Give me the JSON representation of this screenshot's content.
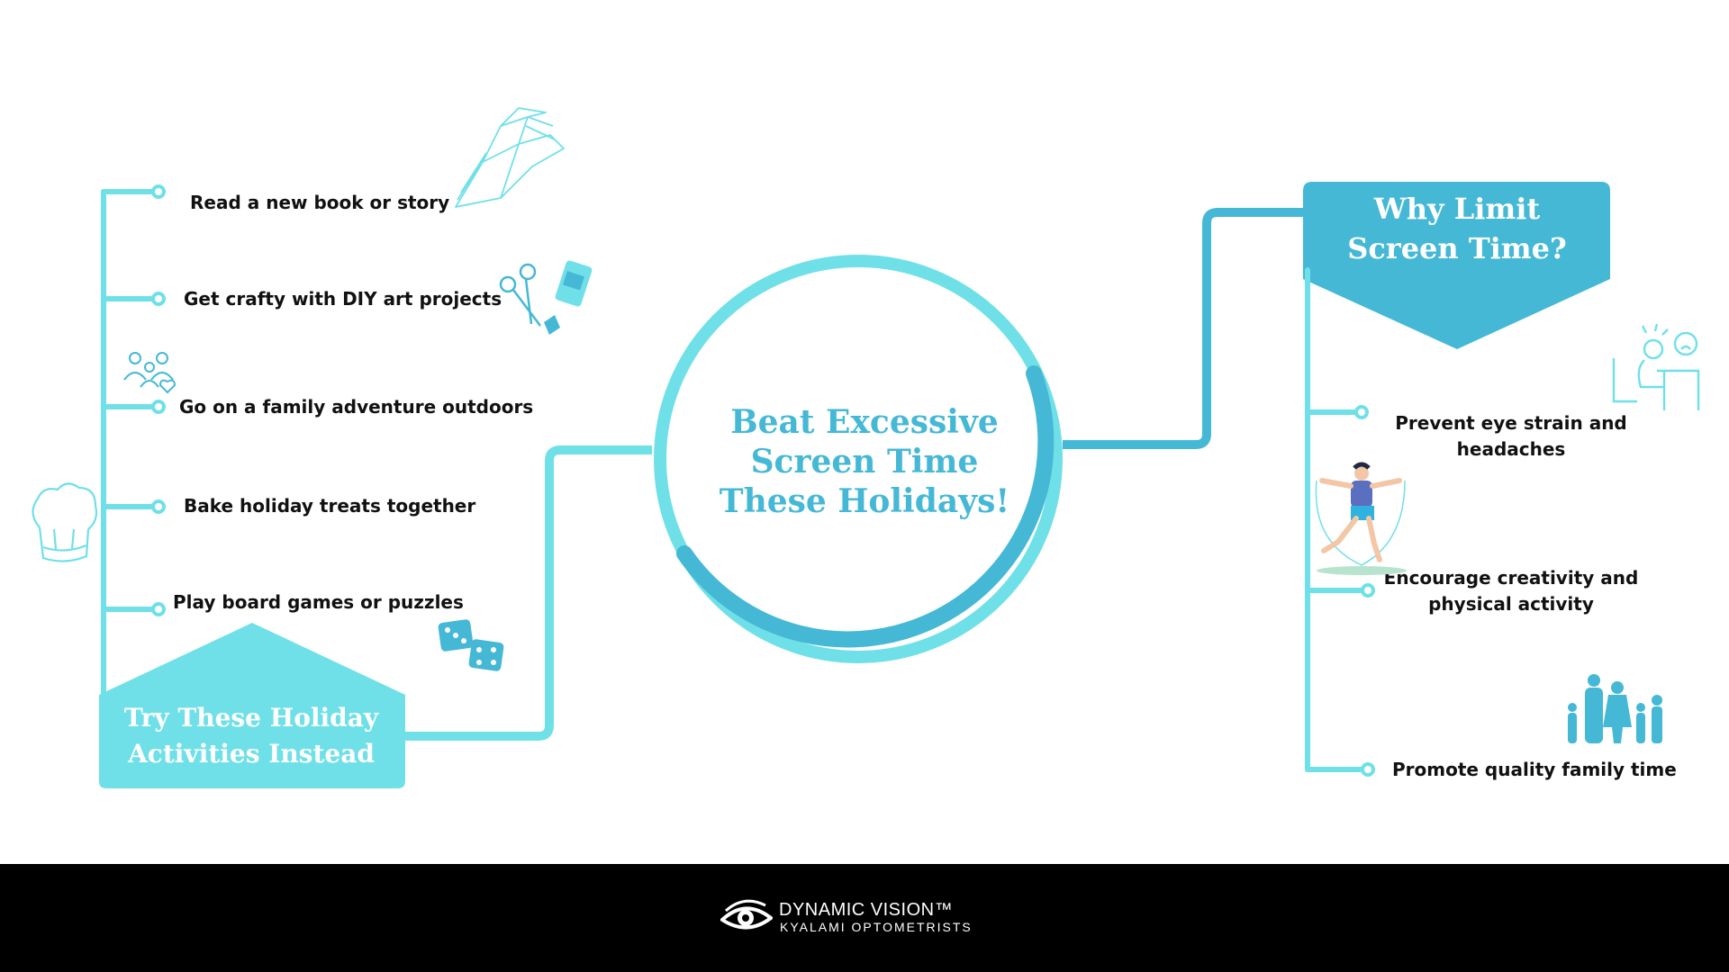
{
  "center": {
    "title_line1": "Beat Excessive",
    "title_line2": "Screen Time",
    "title_line3": "These Holidays!"
  },
  "left_branch": {
    "title_line1": "Try These Holiday",
    "title_line2": "Activities Instead",
    "items": [
      "Read a new book or story",
      "Get crafty with DIY art projects",
      "Go on a family adventure outdoors",
      "Bake holiday treats together",
      "Play board games or puzzles"
    ]
  },
  "right_branch": {
    "title_line1": "Why Limit",
    "title_line2": "Screen Time?",
    "items": [
      "Prevent eye strain and headaches",
      "Encourage creativity and physical activity",
      "Promote quality family time"
    ]
  },
  "footer": {
    "brand": "DYNAMIC VISION™",
    "subtitle": "KYALAMI OPTOMETRISTS"
  },
  "colors": {
    "light_cyan": "#6fe0e8",
    "mid_blue": "#45b8d6",
    "footer_bg": "#000000"
  },
  "icons": {
    "book": "open-book-icon",
    "craft": "scissors-glue-icon",
    "family_outdoor": "family-group-icon",
    "bake": "chef-hat-icon",
    "games": "dice-icon",
    "eye_strain": "stressed-person-icon",
    "activity": "jump-rope-person-icon",
    "family_time": "family-silhouette-icon",
    "logo": "eye-logo-icon"
  }
}
